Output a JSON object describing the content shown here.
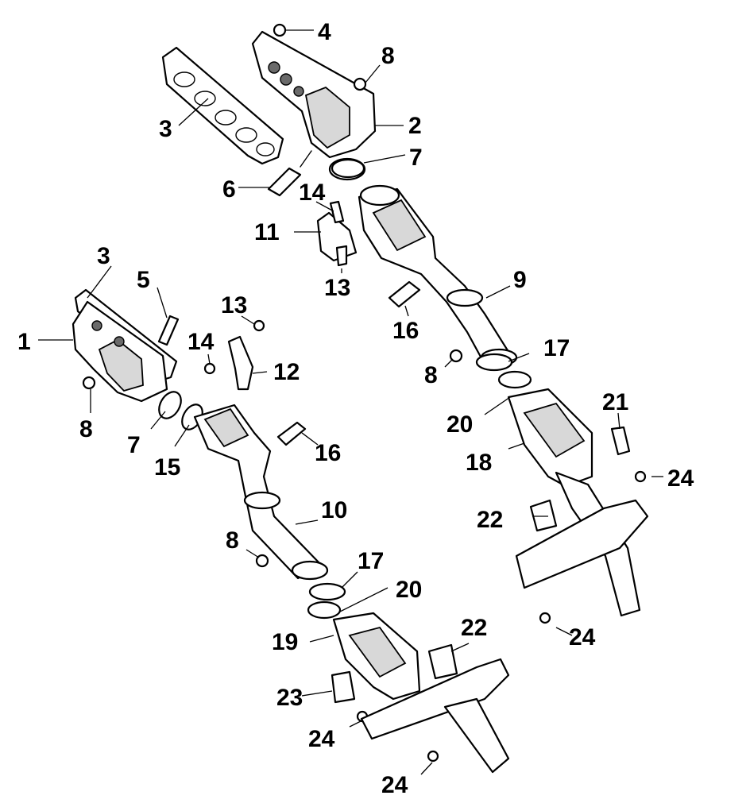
{
  "callouts": [
    {
      "id": "c4a",
      "label": "4"
    },
    {
      "id": "c8a",
      "label": "8"
    },
    {
      "id": "c3a",
      "label": "3"
    },
    {
      "id": "c2",
      "label": "2"
    },
    {
      "id": "c7a",
      "label": "7"
    },
    {
      "id": "c6",
      "label": "6"
    },
    {
      "id": "c14a",
      "label": "14"
    },
    {
      "id": "c11",
      "label": "11"
    },
    {
      "id": "c13a",
      "label": "13"
    },
    {
      "id": "c9",
      "label": "9"
    },
    {
      "id": "c16a",
      "label": "16"
    },
    {
      "id": "c3b",
      "label": "3"
    },
    {
      "id": "c5",
      "label": "5"
    },
    {
      "id": "c1",
      "label": "1"
    },
    {
      "id": "c13b",
      "label": "13"
    },
    {
      "id": "c14b",
      "label": "14"
    },
    {
      "id": "c12",
      "label": "12"
    },
    {
      "id": "c8b",
      "label": "8"
    },
    {
      "id": "c7b",
      "label": "7"
    },
    {
      "id": "c15",
      "label": "15"
    },
    {
      "id": "c16b",
      "label": "16"
    },
    {
      "id": "c17a",
      "label": "17"
    },
    {
      "id": "c8c",
      "label": "8"
    },
    {
      "id": "c20a",
      "label": "20"
    },
    {
      "id": "c21",
      "label": "21"
    },
    {
      "id": "c18",
      "label": "18"
    },
    {
      "id": "c24a",
      "label": "24"
    },
    {
      "id": "c22a",
      "label": "22"
    },
    {
      "id": "c10",
      "label": "10"
    },
    {
      "id": "c8d",
      "label": "8"
    },
    {
      "id": "c17b",
      "label": "17"
    },
    {
      "id": "c20b",
      "label": "20"
    },
    {
      "id": "c24b",
      "label": "24"
    },
    {
      "id": "c19",
      "label": "19"
    },
    {
      "id": "c22b",
      "label": "22"
    },
    {
      "id": "c23",
      "label": "23"
    },
    {
      "id": "c24c",
      "label": "24"
    },
    {
      "id": "c24d",
      "label": "24"
    }
  ]
}
